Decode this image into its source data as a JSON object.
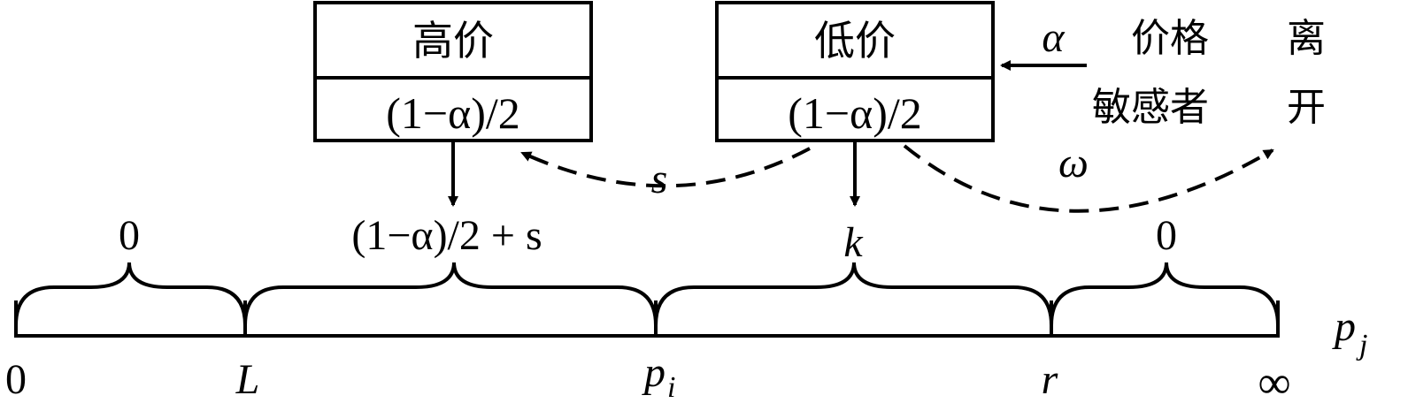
{
  "boxes": {
    "high": {
      "title": "高价",
      "share": "(1−α)/2"
    },
    "low": {
      "title": "低价",
      "share": "(1−α)/2"
    }
  },
  "leavers": {
    "alpha": "α",
    "line1": "价格",
    "line2": "敏感者",
    "leave1": "离",
    "leave2": "开"
  },
  "flows": {
    "s_label": "s",
    "omega_label": "ω"
  },
  "segments": {
    "seg1": "0",
    "seg2": "(1−α)/2 + s",
    "seg3": "k",
    "seg4": "0"
  },
  "axis": {
    "label_base": "p",
    "label_sub": "j",
    "ticks": {
      "zero": "0",
      "L": "L",
      "pi_base": "p",
      "pi_sub": "i",
      "r": "r",
      "inf": "∞"
    }
  }
}
